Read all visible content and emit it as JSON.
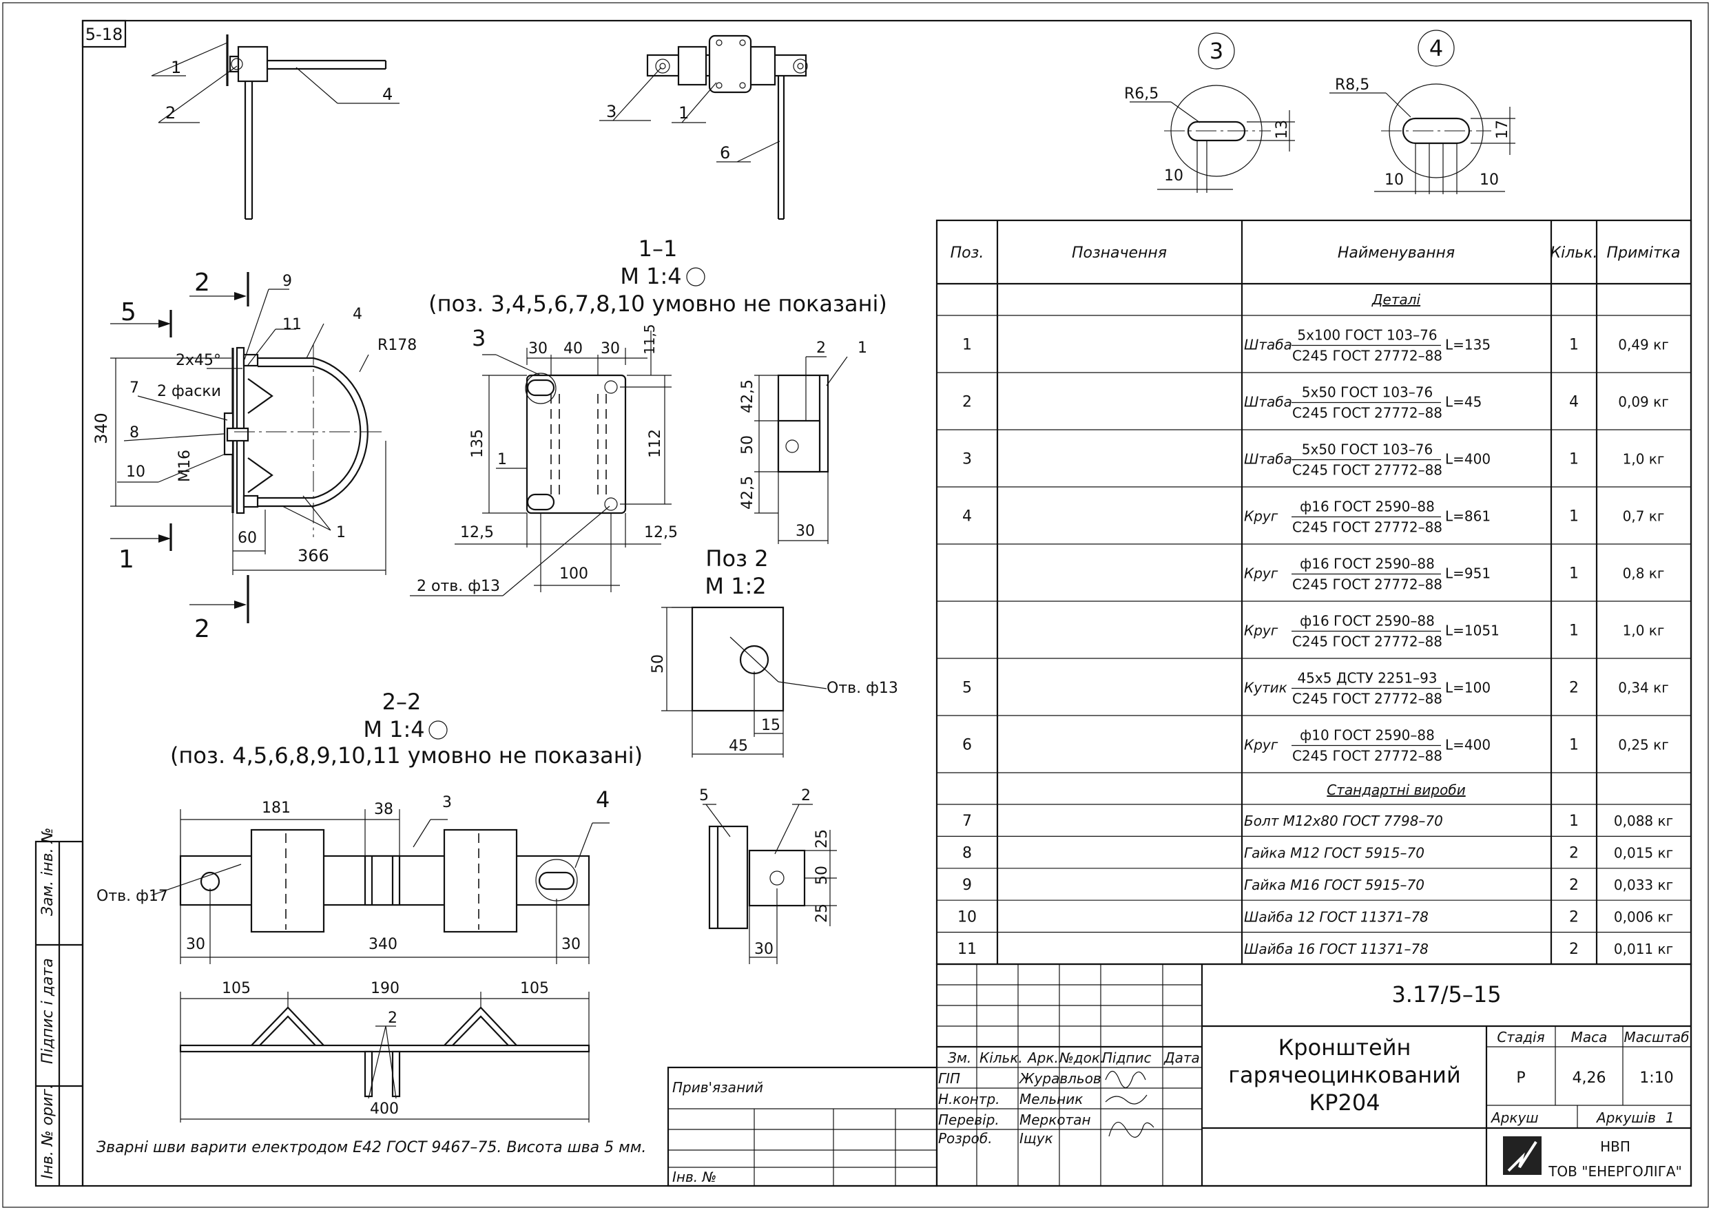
{
  "sheet_id": "5-18",
  "views": {
    "section_11": {
      "title": "1–1",
      "scale": "М 1:4",
      "note": "(поз. 3,4,5,6,7,8,10 умовно не показані)"
    },
    "section_22": {
      "title": "2–2",
      "scale": "М 1:4",
      "note": "(поз. 4,5,6,8,9,10,11 умовно не показані)"
    },
    "pos2": {
      "title": "Поз 2",
      "scale": "М 1:2"
    },
    "detail3": "3",
    "detail4": "4"
  },
  "labels": {
    "top_left": [
      "1",
      "2",
      "4"
    ],
    "top_mid": [
      "3",
      "1",
      "6"
    ],
    "side": [
      "2",
      "9",
      "11",
      "1",
      "4",
      "R178",
      "2x45°",
      "2 фаски",
      "7",
      "8",
      "10",
      "340",
      "М16",
      "60",
      "366",
      "5",
      "1",
      "2"
    ],
    "plate": [
      "3",
      "30",
      "40",
      "30",
      "11,5",
      "135",
      "112",
      "1",
      "12,5",
      "12,5",
      "100",
      "2 отв. ф13"
    ],
    "angle": [
      "2",
      "1",
      "42,5",
      "50",
      "42,5",
      "30"
    ],
    "pos2_dims": [
      "50",
      "Отв. ф13",
      "15",
      "45"
    ],
    "angle2": [
      "5",
      "2",
      "25",
      "50",
      "25",
      "30"
    ],
    "detail3_dims": [
      "R6,5",
      "13",
      "10"
    ],
    "detail4_dims": [
      "R8,5",
      "17",
      "10",
      "10"
    ],
    "sec22_top": [
      "181",
      "38",
      "3",
      "4",
      "Отв. ф17",
      "30",
      "340",
      "30"
    ],
    "sec22_bottom": [
      "105",
      "190",
      "105",
      "2",
      "400"
    ]
  },
  "weld_note": "Зварні шви варити електродом Е42 ГОСТ 9467–75. Висота шва 5 мм.",
  "spec_table": {
    "headers": [
      "Поз.",
      "Позначення",
      "Найменування",
      "Кільк.",
      "Примітка"
    ],
    "sections": {
      "details": "Деталі",
      "standard": "Стандартні вироби"
    },
    "rows": [
      {
        "pos": "1",
        "type": "Штаба",
        "top": "5x100 ГОСТ 103–76",
        "bottom": "С245 ГОСТ 27772–88",
        "len": "L=135",
        "qty": "1",
        "note": "0,49 кг"
      },
      {
        "pos": "2",
        "type": "Штаба",
        "top": "5x50 ГОСТ 103–76",
        "bottom": "С245 ГОСТ 27772–88",
        "len": "L=45",
        "qty": "4",
        "note": "0,09 кг"
      },
      {
        "pos": "3",
        "type": "Штаба",
        "top": "5x50 ГОСТ 103–76",
        "bottom": "С245 ГОСТ 27772–88",
        "len": "L=400",
        "qty": "1",
        "note": "1,0 кг"
      },
      {
        "pos": "4",
        "type": "Круг",
        "top": "ф16 ГОСТ 2590–88",
        "bottom": "С245 ГОСТ 27772–88",
        "len": "L=861",
        "qty": "1",
        "note": "0,7 кг"
      },
      {
        "pos": "",
        "type": "Круг",
        "top": "ф16 ГОСТ 2590–88",
        "bottom": "С245 ГОСТ 27772–88",
        "len": "L=951",
        "qty": "1",
        "note": "0,8 кг"
      },
      {
        "pos": "",
        "type": "Круг",
        "top": "ф16 ГОСТ 2590–88",
        "bottom": "С245 ГОСТ 27772–88",
        "len": "L=1051",
        "qty": "1",
        "note": "1,0 кг"
      },
      {
        "pos": "5",
        "type": "Кутик",
        "top": "45x5 ДСТУ 2251–93",
        "bottom": "С245 ГОСТ 27772–88",
        "len": "L=100",
        "qty": "2",
        "note": "0,34 кг"
      },
      {
        "pos": "6",
        "type": "Круг",
        "top": "ф10 ГОСТ 2590–88",
        "bottom": "С245 ГОСТ 27772–88",
        "len": "L=400",
        "qty": "1",
        "note": "0,25 кг"
      }
    ],
    "std_rows": [
      {
        "pos": "7",
        "name": "Болт М12x80 ГОСТ 7798–70",
        "qty": "1",
        "note": "0,088 кг"
      },
      {
        "pos": "8",
        "name": "Гайка М12 ГОСТ 5915–70",
        "qty": "2",
        "note": "0,015 кг"
      },
      {
        "pos": "9",
        "name": "Гайка М16 ГОСТ 5915–70",
        "qty": "2",
        "note": "0,033 кг"
      },
      {
        "pos": "10",
        "name": "Шайба 12 ГОСТ 11371–78",
        "qty": "2",
        "note": "0,006 кг"
      },
      {
        "pos": "11",
        "name": "Шайба 16 ГОСТ 11371–78",
        "qty": "2",
        "note": "0,011 кг"
      }
    ]
  },
  "title_block": {
    "doc_number": "3.17/5–15",
    "product": [
      "Кронштейн",
      "гарячеоцинкований",
      "КР204"
    ],
    "col_headers": [
      "Зм.",
      "Кільк.",
      "Арк.",
      "№док.",
      "Підпис",
      "Дата"
    ],
    "roles": [
      {
        "role": "ГІП",
        "name": "Журавльов"
      },
      {
        "role": "Н.контр.",
        "name": "Мельник"
      },
      {
        "role": "Перевір.",
        "name": "Меркотан"
      },
      {
        "role": "Розроб.",
        "name": "Іщук"
      }
    ],
    "stage_label": "Стадія",
    "mass_label": "Маса",
    "scale_label": "Масштаб",
    "stage": "Р",
    "mass": "4,26",
    "scale": "1:10",
    "sheet_label": "Аркуш",
    "sheets_label": "Аркушів",
    "sheets": "1",
    "company": [
      "НВП",
      "ТОВ \"ЕНЕРГОЛІГА\""
    ],
    "linked": "Прив'язаний",
    "inv": "Інв. №"
  },
  "side_strip": [
    "Зам. інв. №",
    "Підпис і дата",
    "Інв. № ориг."
  ]
}
